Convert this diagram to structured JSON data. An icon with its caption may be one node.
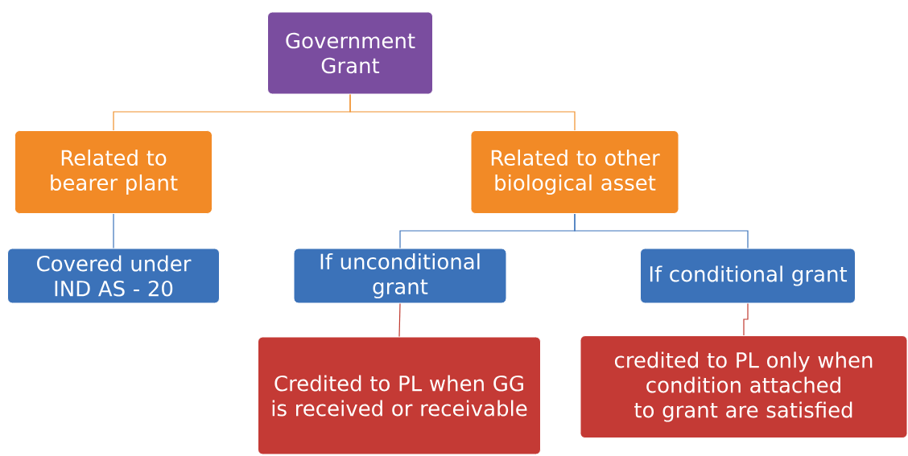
{
  "diagram": {
    "nodes": [
      {
        "text": [
          "Government Grant"
        ]
      },
      {
        "text": [
          "Related to bearer plant"
        ]
      },
      {
        "text": [
          "Related to other biological asset"
        ]
      },
      {
        "text": [
          "Covered under IND AS - 20"
        ]
      },
      {
        "text": [
          "If unconditional grant"
        ]
      },
      {
        "text": [
          "If conditional grant"
        ]
      },
      {
        "text": [
          "Credited to PL when GG is received or receivable"
        ]
      },
      {
        "text": [
          "credited to PL only when condition attached to grant are satisfied"
        ]
      }
    ],
    "edges": [
      {
        "from": 0,
        "to": 1,
        "arrow": "none",
        "color": "#f0902a"
      },
      {
        "from": 0,
        "to": 2,
        "arrow": "none",
        "color": "#f0902a"
      },
      {
        "from": 1,
        "to": 3,
        "arrow": "none"
      },
      {
        "from": 2,
        "to": 4,
        "arrow": "none"
      },
      {
        "from": 2,
        "to": 5,
        "arrow": "none"
      },
      {
        "from": 4,
        "to": 6,
        "arrow": "none",
        "color": "#c0392f"
      },
      {
        "from": 5,
        "to": 7,
        "arrow": "none",
        "color": "#c0392f"
      }
    ]
  }
}
